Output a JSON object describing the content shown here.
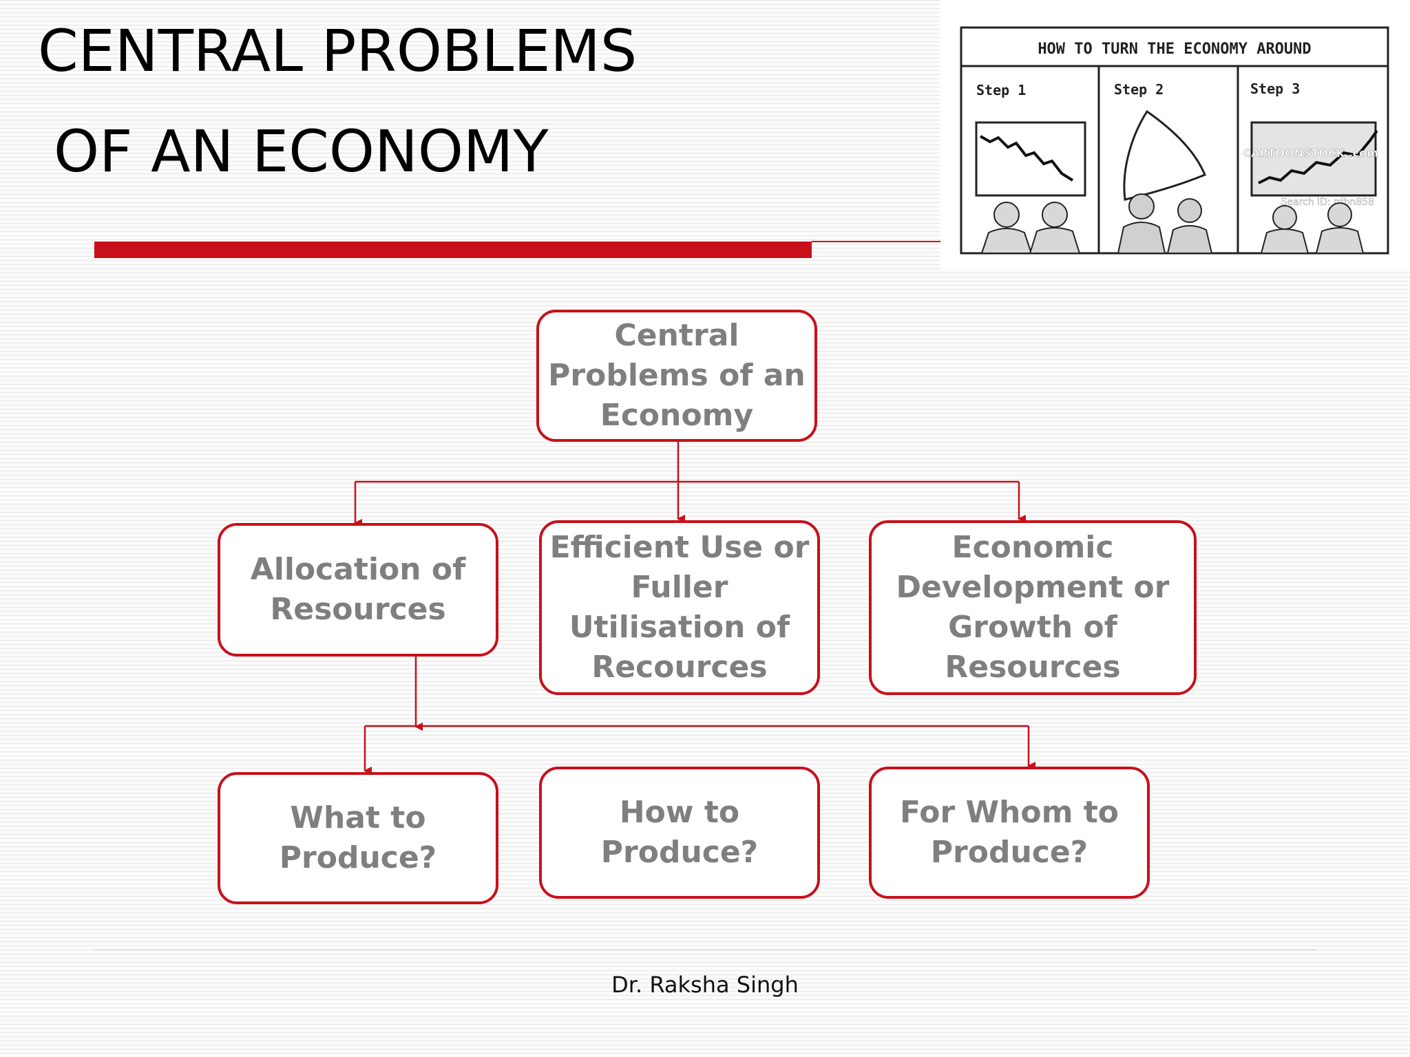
{
  "slide": {
    "title_line1": "CENTRAL PROBLEMS",
    "title_line2": "OF AN ECONOMY",
    "footer": "Dr. Raksha Singh"
  },
  "cartoon": {
    "title": "HOW TO TURN THE ECONOMY AROUND",
    "panels": [
      {
        "label": "Step 1"
      },
      {
        "label": "Step 2"
      },
      {
        "label": "Step 3"
      }
    ],
    "watermark": "CARTOONSTOCK .com",
    "search_id": "Search ID: rdbn858"
  },
  "diagram": {
    "root": "Central Problems of an Economy",
    "level1": [
      "Allocation of Resources",
      "Efficient Use or Fuller Utilisation of Recources",
      "Economic Development or Growth of Resources"
    ],
    "level2": [
      "What to Produce?",
      "How to Produce?",
      "For Whom to Produce?"
    ]
  },
  "colors": {
    "accent_red": "#c8101a",
    "box_text_gray": "#7f7f7f"
  }
}
